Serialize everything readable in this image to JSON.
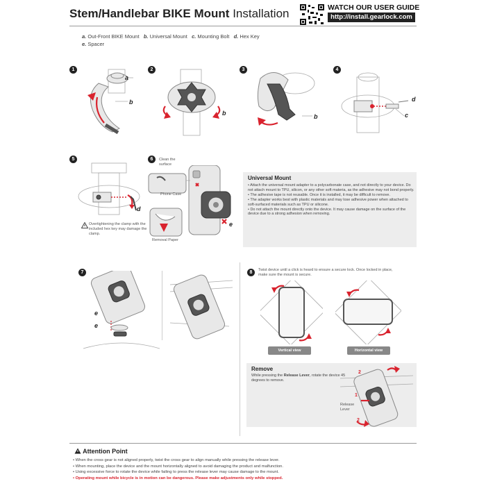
{
  "header": {
    "title_bold": "Stem/Handlebar BIKE Mount",
    "title_light": "Installation",
    "watch_label": "WATCH OUR USER GUIDE",
    "url": "http://install.gearlock.com"
  },
  "parts": [
    {
      "letter": "a.",
      "name": "Out-Front BIKE Mount"
    },
    {
      "letter": "b.",
      "name": "Universal Mount"
    },
    {
      "letter": "c.",
      "name": "Mounting Bolt"
    },
    {
      "letter": "d.",
      "name": "Hex Key"
    },
    {
      "letter": "e.",
      "name": "Spacer"
    }
  ],
  "steps": [
    "1",
    "2",
    "3",
    "4",
    "5",
    "6",
    "7",
    "8"
  ],
  "labels": {
    "a": "a",
    "b": "b",
    "c": "c",
    "d": "d",
    "e": "e"
  },
  "step5_caution": "Overtightening the clamp with the included hex key may damage the clamp.",
  "step6": {
    "clean": "Clean the surface",
    "phone_case": "Phone Case",
    "removal_paper": "Removal Paper"
  },
  "universal_mount": {
    "title": "Universal Mount",
    "items": [
      "• Attach the universal mount adapter to a polycarbonate case, and not directly to your device. Do not attach mount to TPU, silicon, or any other soft materia, as the adhesive may not bond properly.",
      "• The adhesive tape is not reusable. Once it is installed, it may be difficult to remove.",
      "• The adapter works best with plastic materials and may lose adhesive power when attached to soft-surfaced materials such as TPU or silicone.",
      "• Do not attach the mount directly onto the device. It may cause damage on the surface of the device due to a strong adhesion when removing."
    ]
  },
  "step8": {
    "text": "Twist device until a click is heard to ensure a secure lock. Once locked in place, make sure the mount is secure.",
    "vertical": "Vertical view",
    "horizontal": "Horizontal view"
  },
  "remove": {
    "title": "Remove",
    "text_pre": "While pressing the ",
    "text_bold": "Release Lever",
    "text_post": ", rotate the device 45 degrees to remove.",
    "lever_label": "Release Lever",
    "num1": "1",
    "num2": "2"
  },
  "attention": {
    "title": "Attention Point",
    "icon": "warning-triangle-icon",
    "items": [
      "• When the cross gear is not aligned properly, twist the cross gear to align manually while pressing the release lever.",
      "• When mounting, place the device and the mount horizontally aligned to avoid damaging the product and malfunction.",
      "• Using excessive force to rotate the device while failing to press the release lever may cause damage to the mount."
    ],
    "warning": "• Operating mount while bicycle is in motion can be dangerous. Please make adjustments only while stopped."
  },
  "colors": {
    "accent": "#d9232e",
    "dark": "#222222",
    "panel": "#ededed"
  }
}
